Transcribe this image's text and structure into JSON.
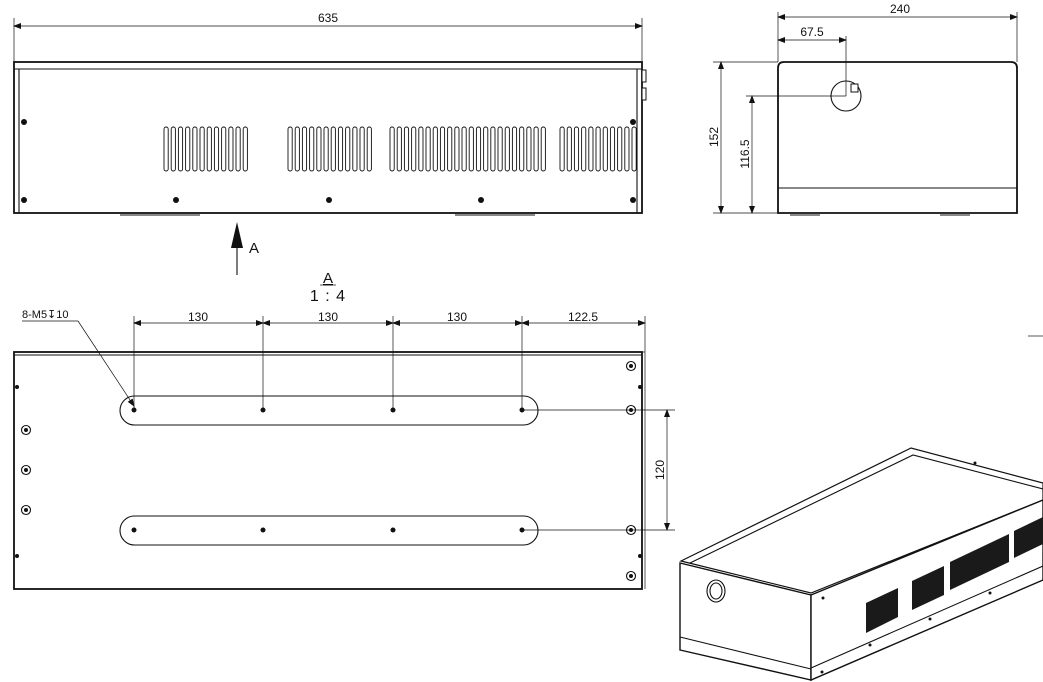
{
  "front_view": {
    "overall_width": "635",
    "slot_groups": [
      {
        "count": 12
      },
      {
        "count": 12
      },
      {
        "count": 22
      },
      {
        "count": 11
      }
    ]
  },
  "side_view": {
    "width": "240",
    "hole_offset": "67.5",
    "height": "152",
    "hole_height": "116.5"
  },
  "view_arrow": {
    "letter": "A"
  },
  "bottom_view": {
    "title": "A",
    "scale": "1 : 4",
    "hole_callout": "8-M5↧10",
    "spacings": [
      "130",
      "130",
      "130",
      "122.5"
    ],
    "slot_spacing": "120"
  },
  "colors": {
    "line": "#111111",
    "background": "#ffffff"
  }
}
